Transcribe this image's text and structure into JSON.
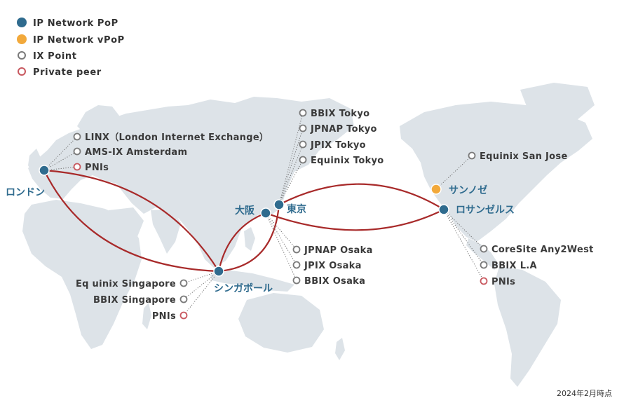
{
  "colors": {
    "pop": "#2f6b8e",
    "vpop": "#f2a93b",
    "ix_ring": "#7a7a7a",
    "private_ring": "#c8585f",
    "link": "#a82a2a",
    "land": "#dde3e8"
  },
  "legend": [
    {
      "label": "IP Network PoP",
      "type": "pop"
    },
    {
      "label": "IP Network vPoP",
      "type": "vpop"
    },
    {
      "label": "IX Point",
      "type": "ix"
    },
    {
      "label": "Private peer",
      "type": "private"
    }
  ],
  "cities": {
    "london": "ロンドン",
    "singapore": "シンガポール",
    "osaka": "大阪",
    "tokyo": "東京",
    "sanjose": "サンノゼ",
    "losangeles": "ロサンゼルス"
  },
  "ix": {
    "london": [
      "LINX（London Internet Exchange）",
      "AMS-IX Amsterdam",
      "PNIs"
    ],
    "tokyo": [
      "BBIX Tokyo",
      "JPNAP Tokyo",
      "JPIX Tokyo",
      "Equinix Tokyo"
    ],
    "osaka": [
      "JPNAP Osaka",
      "JPIX Osaka",
      "BBIX Osaka"
    ],
    "singapore": [
      "Eq uinix Singapore",
      "BBIX Singapore",
      "PNIs"
    ],
    "sanjose": [
      "Equinix San Jose"
    ],
    "losangeles": [
      "CoreSite Any2West",
      "BBIX L.A",
      "PNIs"
    ]
  },
  "note": "2024年2月時点"
}
